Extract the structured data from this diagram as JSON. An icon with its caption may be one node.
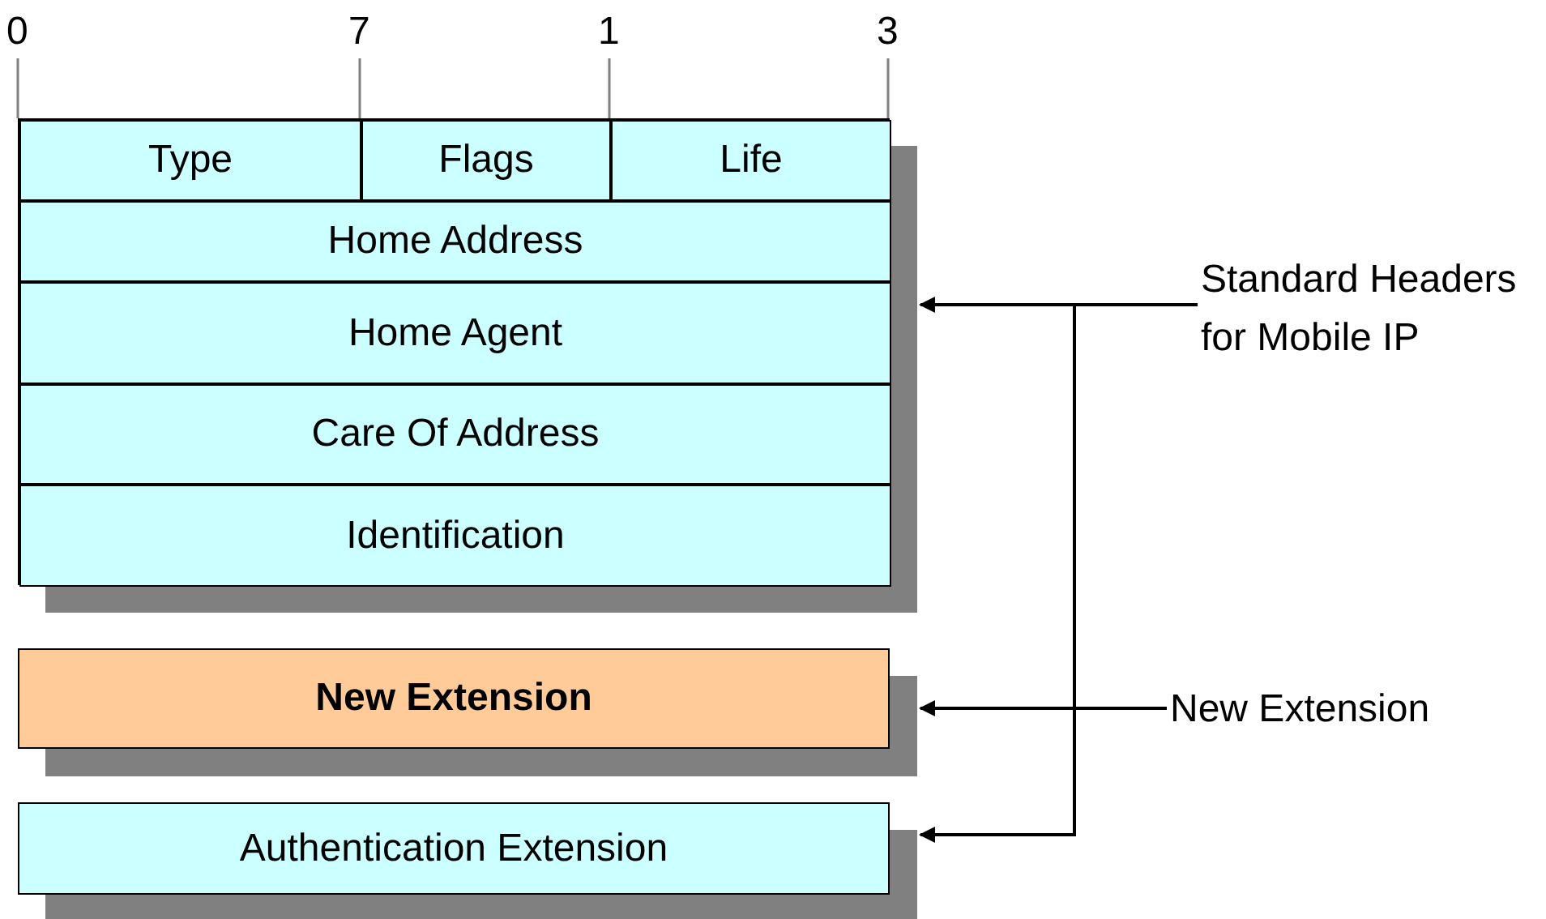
{
  "diagram": {
    "nodes": [
      {
        "text": [],
        "shape": "box"
      },
      {
        "text": [
          "Type"
        ],
        "in": 0
      },
      {
        "text": [
          "Flags"
        ],
        "in": 0
      },
      {
        "text": [
          "Life"
        ],
        "in": 0
      },
      {
        "text": [
          "Home Address"
        ],
        "in": 0
      },
      {
        "text": [
          "Home Agent"
        ],
        "in": 0
      },
      {
        "text": [
          "Care Of Address"
        ],
        "in": 0
      },
      {
        "text": [
          "Identification"
        ],
        "in": 0
      },
      {
        "text": [
          "New Extension"
        ]
      },
      {
        "text": [
          "Authentication Extension"
        ]
      },
      {
        "text": [
          "Standard Headers for Mobile IP"
        ]
      },
      {
        "text": [
          "New Extension"
        ]
      }
    ],
    "edges": [
      {
        "from": 10,
        "to": 0,
        "arrow": "to"
      },
      {
        "from": 10,
        "to": 9,
        "arrow": "to"
      },
      {
        "from": 11,
        "to": 8,
        "arrow": "to"
      }
    ],
    "labels": [
      "0",
      "7",
      "1",
      "3"
    ]
  }
}
